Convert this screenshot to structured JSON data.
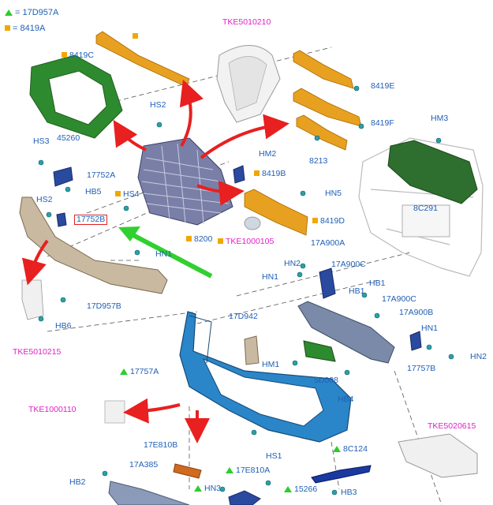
{
  "legend": {
    "triangle_code": "= 17D957A",
    "square_code": "= 8419A"
  },
  "colors": {
    "label_blue": "#1f5fb5",
    "label_magenta": "#e020c8",
    "highlight_box": "#e02020",
    "triangle_marker": "#2ecc2e",
    "square_marker": "#f0a800",
    "arrow_red": "#e82020",
    "arrow_green": "#30d030",
    "part_blue": "#2a86c8",
    "part_green": "#2e8a2e",
    "part_orange": "#e8a020",
    "part_gray": "#7a7fa8"
  },
  "labels": {
    "tke5010210": "TKE5010210",
    "p8419c": "8419C",
    "p8419e": "8419E",
    "p8419f": "8419F",
    "p8213": "8213",
    "hm3": "HM3",
    "hs2_top": "HS2",
    "hs3": "HS3",
    "p45260": "45260",
    "p17752a": "17752A",
    "hb5": "HB5",
    "hm2": "HM2",
    "p8419b": "8419B",
    "hs4": "HS4",
    "hn5": "HN5",
    "p8419d": "8419D",
    "hs2_left": "HS2",
    "p17752b": "17752B",
    "p8c291": "8C291",
    "p8200": "8200",
    "tke1000105": "TKE1000105",
    "hn1_mid": "HN1",
    "p17a900a": "17A900A",
    "hn2_mid": "HN2",
    "p17a900c_top": "17A900C",
    "hn1_left": "HN1",
    "hb1_a": "HB1",
    "hb1_b": "HB1",
    "p17a900c_right": "17A900C",
    "p17a900b": "17A900B",
    "hn1_right": "HN1",
    "hn2_right": "HN2",
    "p17d957b": "17D957B",
    "hb6": "HB6",
    "tke5010215": "TKE5010215",
    "p17d942": "17D942",
    "p17757a": "17757A",
    "hm1": "HM1",
    "p17757b": "17757B",
    "p5d008": "5D008",
    "hb4": "HB4",
    "tke1000110": "TKE1000110",
    "tke5020615": "TKE5020615",
    "p17e810b": "17E810B",
    "p8c124": "8C124",
    "hs1": "HS1",
    "p17a385": "17A385",
    "p17e810a": "17E810A",
    "hb2": "HB2",
    "hn3": "HN3",
    "p15266": "15266",
    "hb3": "HB3"
  }
}
